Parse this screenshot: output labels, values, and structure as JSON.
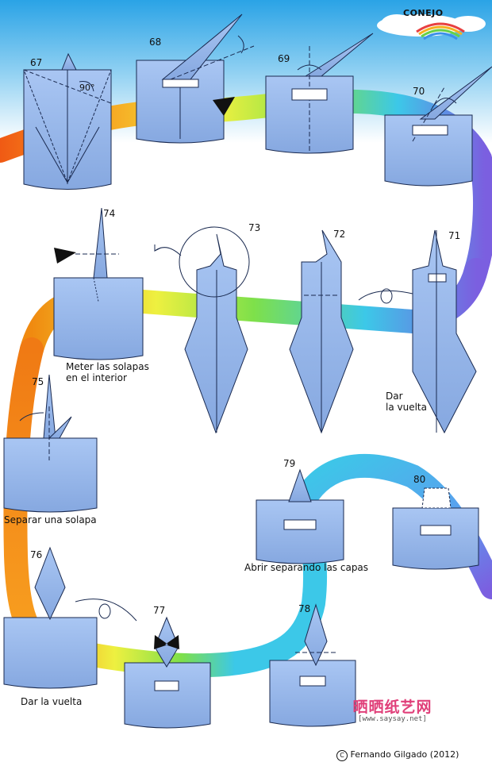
{
  "title": "CONEJO",
  "steps": [
    "67",
    "68",
    "69",
    "70",
    "71",
    "72",
    "73",
    "74",
    "75",
    "76",
    "77",
    "78",
    "79",
    "80"
  ],
  "annotations": {
    "angle": "90°",
    "meter": "Meter las solapas\nen el interior",
    "dar_vuelta_71": "Dar\nla vuelta",
    "separar": "Separar una solapa",
    "dar_vuelta_76": "Dar la vuelta",
    "abrir": "Abrir separando las capas"
  },
  "watermark": {
    "cn": "晒晒纸艺网",
    "url": "[www.saysay.net]"
  },
  "copyright": "Fernando Gilgado (2012)",
  "colors": {
    "paper": "#9cbdf0",
    "paper_dark": "#6f93cf",
    "sky": "#45b5ea",
    "outline": "#1a2a50",
    "watermark": "#e0407a"
  }
}
